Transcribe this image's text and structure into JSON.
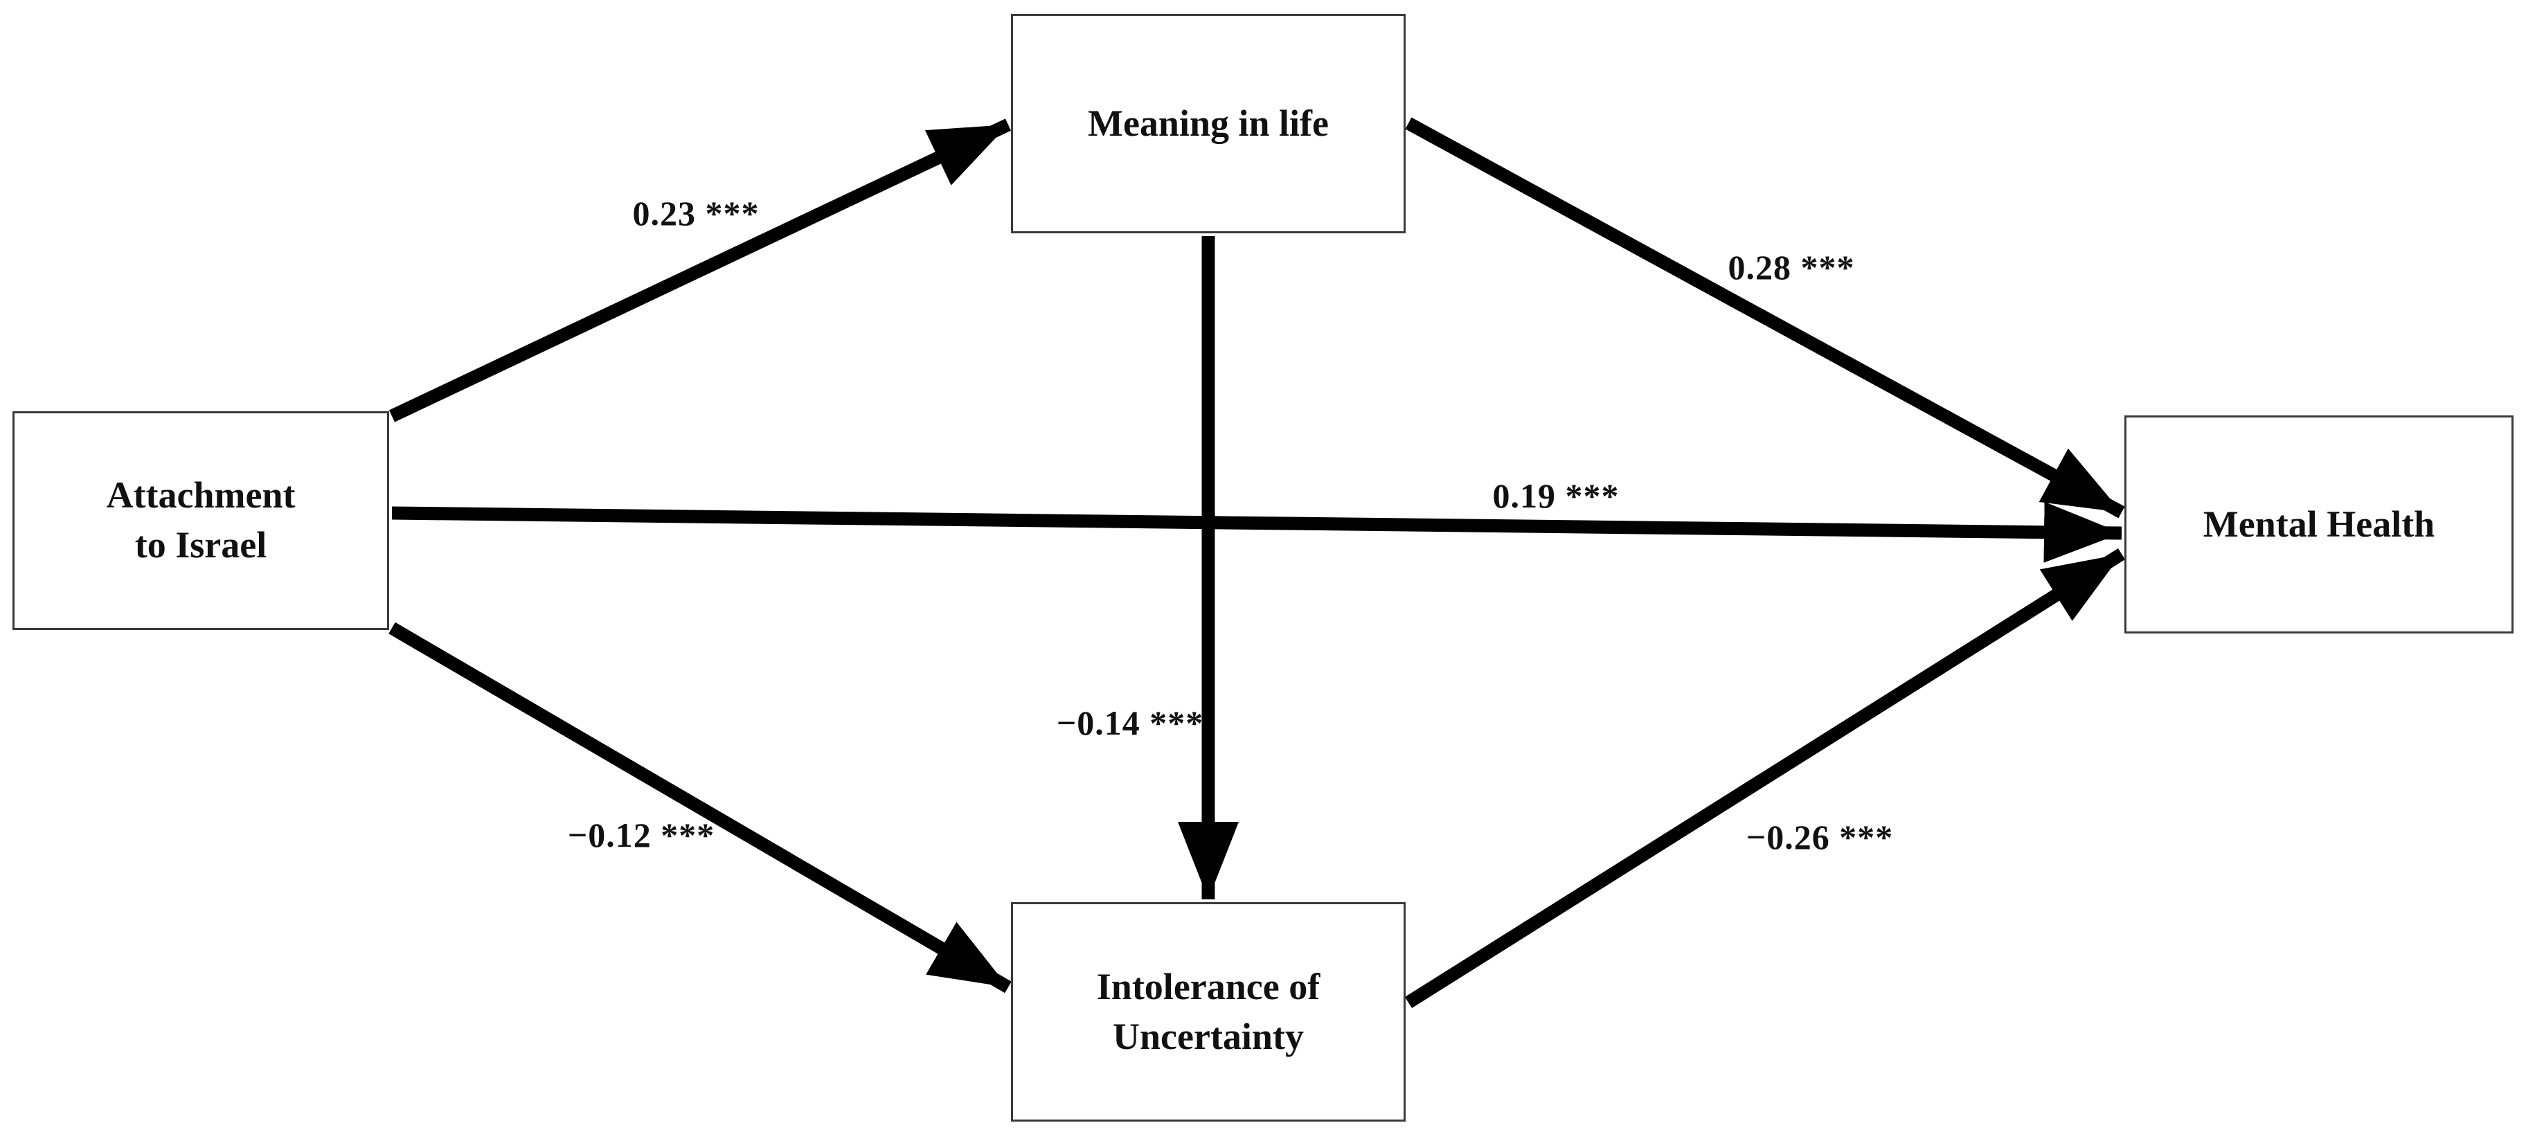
{
  "colors": {
    "background": "#ffffff",
    "arrow": "#000000",
    "box_border": "#3a3a3a",
    "text": "#111111"
  },
  "nodes": [
    {
      "id": "attachment-to-israel",
      "label": "Attachment\nto Israel"
    },
    {
      "id": "meaning-in-life",
      "label": "Meaning in life"
    },
    {
      "id": "intolerance-of-uncertainty",
      "label": "Intolerance of\nUncertainty"
    },
    {
      "id": "mental-health",
      "label": "Mental Health"
    }
  ],
  "paths": [
    {
      "from": "Attachment to Israel",
      "to": "Meaning in life",
      "coefficient": 0.23,
      "significance": "***",
      "label": "0.23 ***"
    },
    {
      "from": "Meaning in life",
      "to": "Mental Health",
      "coefficient": 0.28,
      "significance": "***",
      "label": "0.28 ***"
    },
    {
      "from": "Attachment to Israel",
      "to": "Mental Health",
      "coefficient": 0.19,
      "significance": "***",
      "label": "0.19 ***"
    },
    {
      "from": "Attachment to Israel",
      "to": "Intolerance of Uncertainty",
      "coefficient": -0.12,
      "significance": "***",
      "label": "−0.12 ***"
    },
    {
      "from": "Meaning in life",
      "to": "Intolerance of Uncertainty",
      "coefficient": -0.14,
      "significance": "***",
      "label": "−0.14 ***"
    },
    {
      "from": "Intolerance of Uncertainty",
      "to": "Mental Health",
      "coefficient": -0.26,
      "significance": "***",
      "label": "−0.26 ***"
    }
  ]
}
